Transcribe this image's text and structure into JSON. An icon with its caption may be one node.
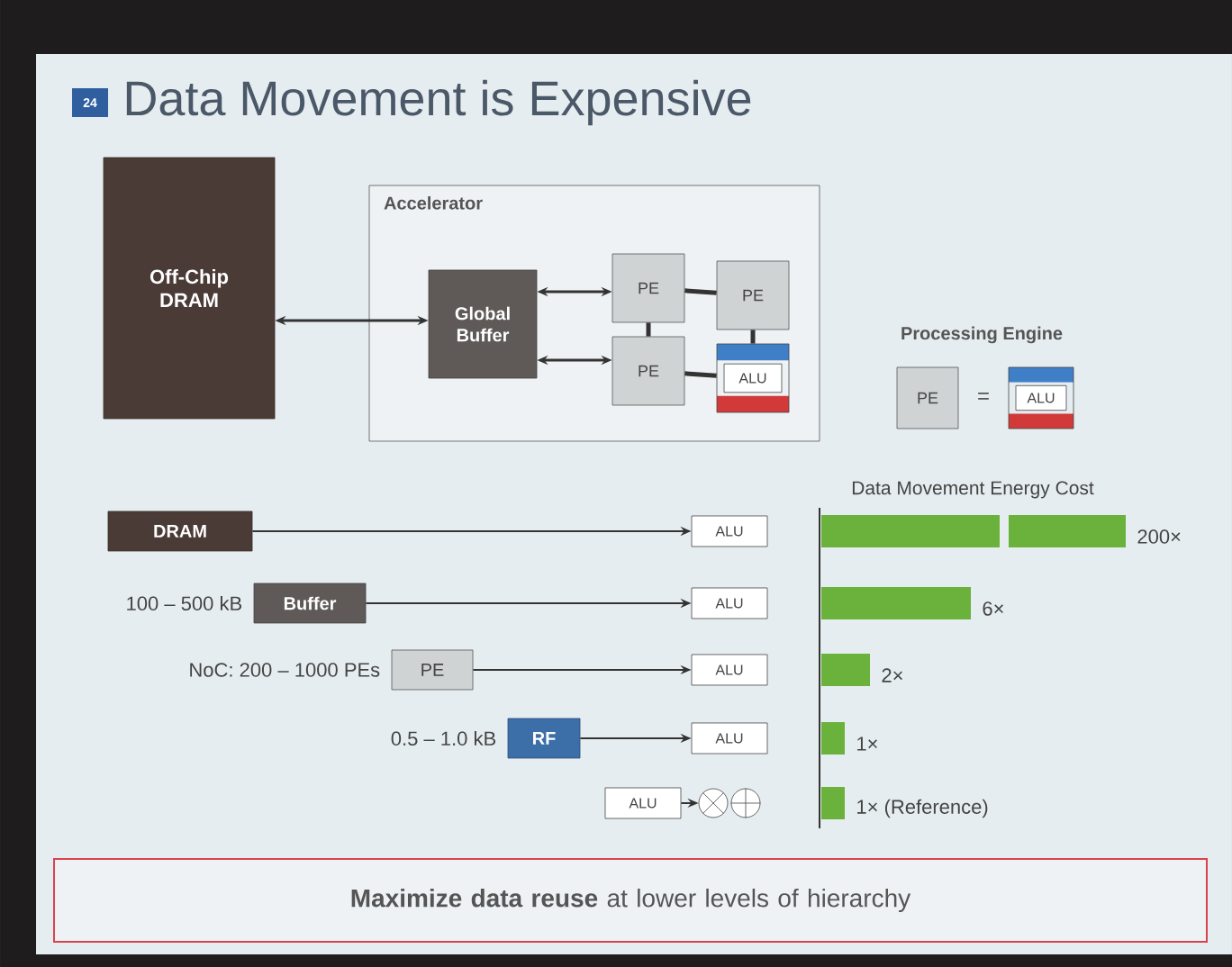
{
  "diagram": {
    "title": "Data Movement is Expensive",
    "nodes": [
      {
        "text": [
          "Off-Chip DRAM"
        ]
      },
      {
        "text": [
          "Accelerator"
        ]
      },
      {
        "text": [
          "Global Buffer"
        ],
        "in": 1
      },
      {
        "text": [
          "PE"
        ],
        "in": 1
      },
      {
        "text": [
          "PE"
        ],
        "in": 1
      },
      {
        "text": [
          "PE"
        ],
        "in": 1
      },
      {
        "text": [
          "ALU"
        ],
        "in": 1
      },
      {
        "text": [
          "PE"
        ]
      },
      {
        "text": [
          "ALU"
        ]
      },
      {
        "text": [
          "DRAM"
        ]
      },
      {
        "text": [
          "ALU"
        ]
      },
      {
        "text": [
          "Buffer"
        ],
        "beside": [
          "100 – 500 kB"
        ]
      },
      {
        "text": [
          "ALU"
        ]
      },
      {
        "text": [
          "PE"
        ],
        "beside": [
          "NoC: 200 – 1000 PEs"
        ]
      },
      {
        "text": [
          "ALU"
        ]
      },
      {
        "text": [
          "RF"
        ],
        "beside": [
          "0.5 – 1.0 kB"
        ]
      },
      {
        "text": [
          "ALU"
        ]
      },
      {
        "text": [
          "ALU"
        ]
      },
      {
        "text": [],
        "shape": "circle"
      },
      {
        "text": [],
        "shape": "circle"
      },
      {
        "text": [
          "**Maximize data reuse** at lower levels of hierarchy"
        ]
      }
    ],
    "edges": [
      {
        "from": 0,
        "to": 2,
        "arrow": "both"
      },
      {
        "from": 2,
        "to": 3,
        "arrow": "both"
      },
      {
        "from": 2,
        "to": 5,
        "arrow": "both"
      },
      {
        "from": 3,
        "to": 4,
        "arrow": "none"
      },
      {
        "from": 3,
        "to": 5,
        "arrow": "none"
      },
      {
        "from": 4,
        "to": 6,
        "arrow": "none"
      },
      {
        "from": 5,
        "to": 6,
        "arrow": "none"
      },
      {
        "from": 9,
        "to": 10,
        "arrow": "to"
      },
      {
        "from": 11,
        "to": 12,
        "arrow": "to"
      },
      {
        "from": 13,
        "to": 14,
        "arrow": "to"
      },
      {
        "from": 15,
        "to": 16,
        "arrow": "to"
      },
      {
        "from": 17,
        "to": 18,
        "arrow": "to"
      }
    ],
    "labels": [
      "24",
      "Processing Engine",
      "=",
      "Data Movement Energy Cost",
      "200×",
      "6×",
      "2×",
      "1×",
      "1× (Reference)"
    ]
  }
}
